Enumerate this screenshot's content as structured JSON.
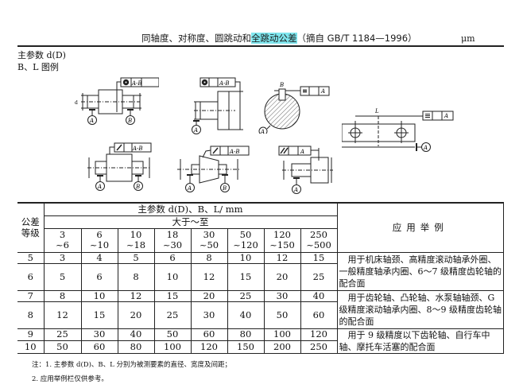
{
  "header": {
    "title_pre": "同轴度、对称度、圆跳动和",
    "title_highlight": "全跳动公差",
    "title_post": "（摘自 GB/T 1184—1996）",
    "unit": "μm",
    "highlight_color": "#7fe6ee"
  },
  "legend": {
    "line1": "主参数 d(D)",
    "line2": "B、L 图例"
  },
  "figures": {
    "frame_label_ab": "A-B",
    "frame_label_a": "A",
    "datum_a": "A",
    "datum_b": "B",
    "dim_b": "B",
    "dim_l": "L",
    "dim_d": "d"
  },
  "table": {
    "corner_header": "公差等级",
    "corner_line1": "公差",
    "corner_line2": "等级",
    "param_header": "主参数 d(D)、B、L/ mm",
    "range_header": "大于～至",
    "app_header": "应用举例",
    "columns": [
      {
        "from": "3",
        "to": "~6"
      },
      {
        "from": "6",
        "to": "~10"
      },
      {
        "from": "10",
        "to": "~18"
      },
      {
        "from": "18",
        "to": "~30"
      },
      {
        "from": "30",
        "to": "~50"
      },
      {
        "from": "50",
        "to": "~120"
      },
      {
        "from": "120",
        "to": "~150"
      },
      {
        "from": "250",
        "to": "~500"
      }
    ],
    "rows": [
      {
        "grade": "5",
        "values": [
          "3",
          "4",
          "5",
          "6",
          "8",
          "10",
          "12",
          "15"
        ]
      },
      {
        "grade": "6",
        "values": [
          "5",
          "6",
          "8",
          "10",
          "12",
          "15",
          "20",
          "25"
        ]
      },
      {
        "grade": "7",
        "values": [
          "8",
          "10",
          "12",
          "15",
          "20",
          "25",
          "30",
          "40"
        ]
      },
      {
        "grade": "8",
        "values": [
          "12",
          "15",
          "20",
          "25",
          "30",
          "40",
          "50",
          "60"
        ]
      },
      {
        "grade": "9",
        "values": [
          "25",
          "30",
          "40",
          "50",
          "60",
          "80",
          "100",
          "120"
        ]
      },
      {
        "grade": "10",
        "values": [
          "50",
          "60",
          "80",
          "100",
          "120",
          "150",
          "200",
          "250"
        ]
      }
    ],
    "applications": [
      "　用于机床轴颈、高精度滚动轴承外圈、一般精度轴承内圈、6～7 级精度齿轮轴的配合面",
      "　用于齿轮轴、凸轮轴、水泵轴轴颈、G 级精度滚动轴承内圈、8～9 级精度齿轮轴的配合面",
      "　用于 9 级精度以下齿轮轴、自行车中轴、摩托车活塞的配合面"
    ]
  },
  "notes": {
    "line1": "注：1. 主参数 d(D)、B、L 分别为被测要素的直径、宽度及间距；",
    "line2": "2. 应用举例栏仅供参考。"
  }
}
